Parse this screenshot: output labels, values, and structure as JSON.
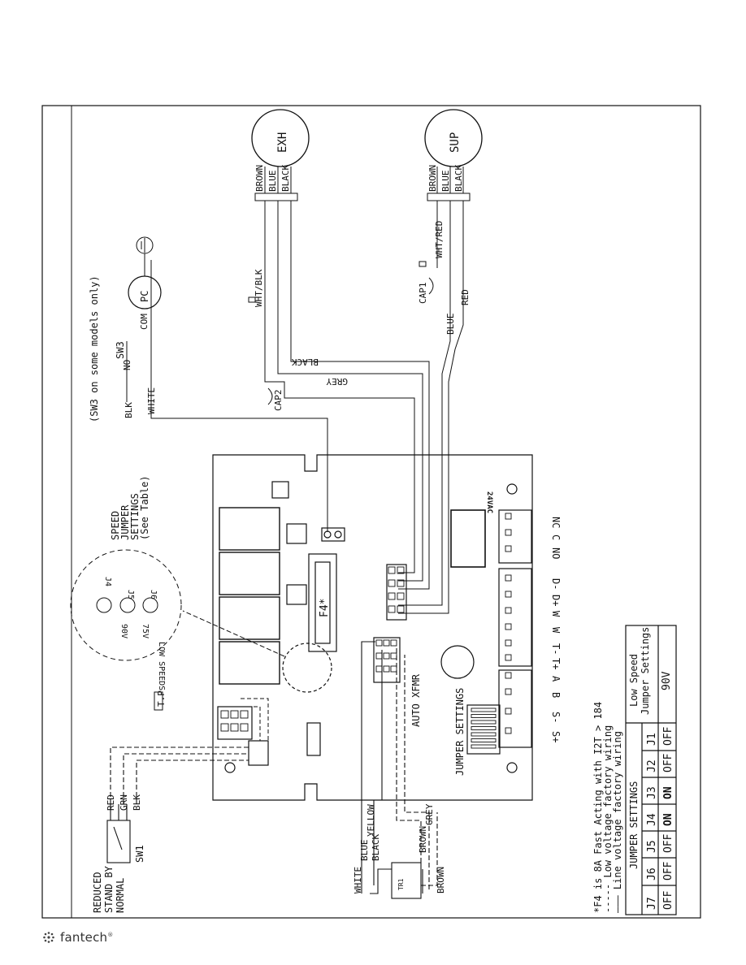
{
  "brand": {
    "name": "fantech",
    "mark": "®"
  },
  "motors": {
    "exhaust": {
      "label": "EXH",
      "wires": [
        "BROWN",
        "BLUE",
        "BLACK"
      ]
    },
    "supply": {
      "label": "SUP",
      "wires": [
        "BROWN",
        "BLUE",
        "BLACK"
      ]
    }
  },
  "wires": {
    "wht_blk": "WHT/BLK",
    "wht_red": "WHT/RED",
    "black": "BLACK",
    "grey": "GREY",
    "blue": "BLUE",
    "red": "RED",
    "white": "WHITE",
    "cap1": "CAP1",
    "cap2": "CAP2"
  },
  "switch3": {
    "note": "(SW3 on some models only)",
    "label": "SW3",
    "no": "NO",
    "com": "COM",
    "pc": "PC"
  },
  "switch1": {
    "label": "SW1",
    "positions": [
      "REDUCED",
      "STAND BY",
      "NORMAL"
    ],
    "wires": [
      "RED",
      "GRN",
      "BLK"
    ]
  },
  "speed_jumpers": {
    "title": [
      "SPEED",
      "JUMPER",
      "SETTINGS",
      "(See Table)"
    ],
    "low_speeds": "LOW SPEEDS",
    "voltages": [
      "90V",
      "75V"
    ],
    "jumpers": [
      "J4",
      "J5",
      "J6"
    ]
  },
  "board": {
    "fuse": "F4*",
    "tp": "T.P",
    "transformer": "TR1",
    "auto_xfmr": "AUTO XFMR",
    "xfmr_wires": [
      "WHITE",
      "BLUE",
      "BLACK",
      "YELLOW",
      "BROWN",
      "GREY",
      "BROWN"
    ],
    "jumper_settings": "JUMPER SETTINGS",
    "ac24": "24VAC",
    "relay_terminals": [
      "NC",
      "C",
      "NO"
    ],
    "terminals_a": [
      "D-",
      "D+",
      "W",
      "W",
      "T-",
      "T+"
    ],
    "terminals_b": [
      "A",
      "B",
      "S-",
      "S+"
    ]
  },
  "notes": {
    "fuse": "*F4 is 8A Fast Acting with I2T > 184",
    "low_voltage": "----- Low voltage factory wiring",
    "line_voltage": "——— Line voltage factory wiring"
  },
  "jumper_table": {
    "title": "JUMPER SETTINGS",
    "headers": [
      "J7",
      "J6",
      "J5",
      "J4",
      "J3",
      "J2",
      "J1"
    ],
    "values": [
      "OFF",
      "OFF",
      "OFF",
      "ON",
      "ON",
      "OFF",
      "OFF"
    ],
    "speed_title": "Low Speed",
    "speed_subtitle": "Jumper Settings",
    "speed_value": "90V"
  },
  "colors": {
    "ink": "#111111",
    "background": "#ffffff"
  }
}
